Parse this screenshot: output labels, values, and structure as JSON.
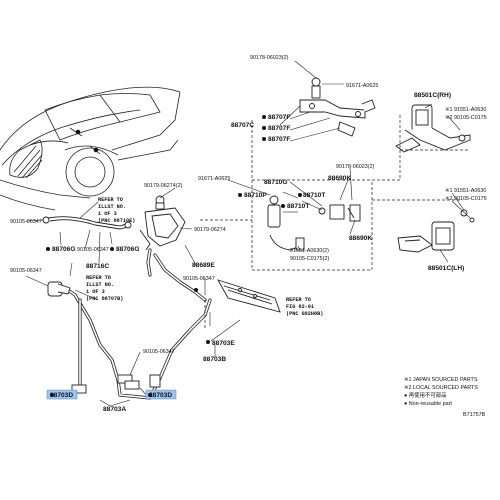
{
  "labels": {
    "p90178_06023": "90178-06023(2)",
    "p91671_A0625_top": "91671-A0625",
    "p88501C_RH": "88501C(RH)",
    "p91551_A0630_top": "※1 91551-A0630",
    "p90105_C0175_top": "※2 90105-C0175",
    "p88707C": "88707C",
    "p88707F_1": "88707F",
    "p88707F_2": "88707F",
    "p88707F_3": "88707F",
    "p90178_06023_mid": "90178-06023(2)",
    "p88690K": "88690K",
    "p88690K_b": "88690K",
    "p91671_A0625_mid": "91671-A0625",
    "p88710G": "88710G",
    "p88710P": "88710P",
    "p88710T_1": "88710T",
    "p88710T_2": "88710T",
    "p91551_A0630_mid": "91551-A0630(2)",
    "p90105_C0175_mid": "90105-C0175(2)",
    "p91551_A0630_r": "※1 91551-A0630",
    "p90105_C0175_r": "※2 90105-C0175",
    "p88501C_LH": "88501C(LH)",
    "p90179_06274_top": "90179-06274(2)",
    "p90179_06274_mid": "90179-06274",
    "p88689E": "88689E",
    "p90105_06347_a": "90105-06347",
    "p90105_06347_b": "90105-06347",
    "p90105_06347_c": "90105-06347",
    "p90105_06347_d": "90105-06347",
    "p90105_06347_e": "90105-06347",
    "p88706G_1": "88706G",
    "p88706G_2": "88706G",
    "p88716C": "88716C",
    "p88703E": "88703E",
    "p88703B": "88703B",
    "p88703A": "88703A",
    "p88703D_left": "88703D",
    "p88703D_right": "88703D",
    "ref1": [
      "REFER TO",
      "ILLST NO.",
      "1 OF 3",
      "(PNC 88710E)"
    ],
    "ref2": [
      "REFER TO",
      "ILLST NO.",
      "1 OF 3",
      "(PNC 88707B)"
    ],
    "ref3": [
      "REFER TO",
      "FIG 82-01",
      "(PNC G92H8B)"
    ]
  },
  "legend": [
    "※1 JAPAN SOURCED PARTS",
    "※2 LOCAL SOURCED PARTS",
    "● 再使用不可部品",
    "● Non-reusable part"
  ],
  "figure_id": "B71757B",
  "colors": {
    "highlight": "#9ec3f0",
    "line": "#222222"
  }
}
